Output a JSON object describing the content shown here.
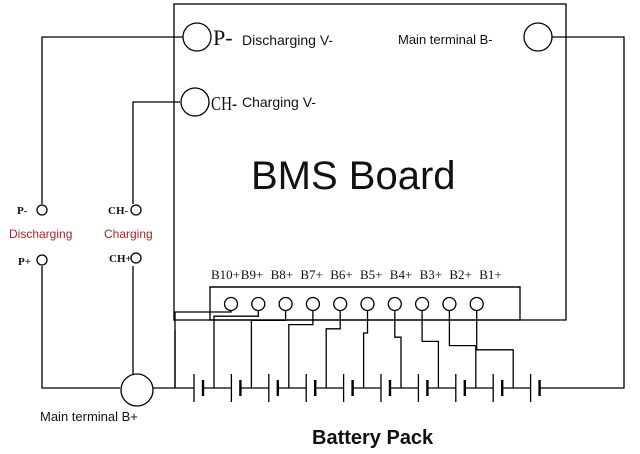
{
  "board": {
    "title": "BMS Board",
    "discharging_neg_symbol": "P-",
    "discharging_neg_label": "Discharging V-",
    "charging_neg_symbol": "CH-",
    "charging_neg_label": "Charging V-",
    "main_terminal_neg_label": "Main terminal B-",
    "balance_pins": [
      "B10+",
      "B9+",
      "B8+",
      "B7+",
      "B6+",
      "B5+",
      "B4+",
      "B3+",
      "B2+",
      "B1+"
    ]
  },
  "ports": {
    "discharging": {
      "neg": "P-",
      "pos": "P+",
      "label": "Discharging"
    },
    "charging": {
      "neg": "CH-",
      "pos": "CH+",
      "label": "Charging"
    }
  },
  "pack": {
    "main_terminal_pos_label": "Main terminal B+",
    "title": "Battery Pack",
    "cell_count": 10
  },
  "colors": {
    "line": "#000000",
    "port_label": "#b22222"
  }
}
